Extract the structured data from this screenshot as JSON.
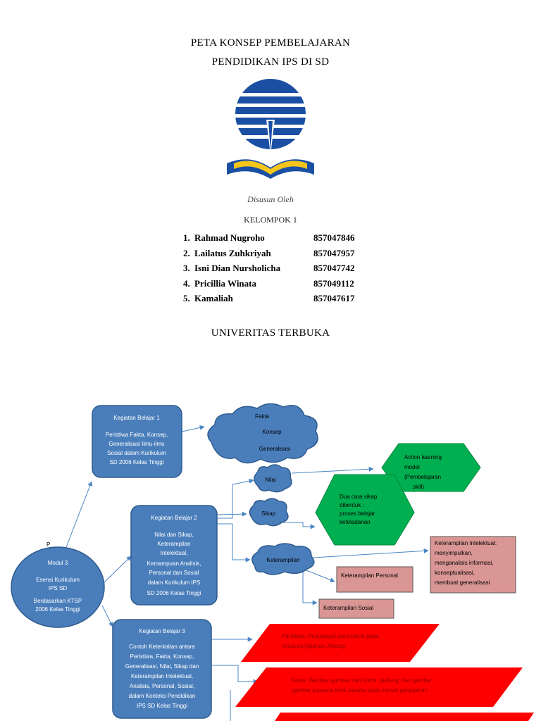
{
  "header": {
    "title_line1": "PETA KONSEP PEMBELAJARAN",
    "title_line2": "PENDIDIKAN IPS DI SD",
    "compiled_by": "Disusun Oleh",
    "group": "KELOMPOK 1",
    "university": "UNIVERITAS TERBUKA"
  },
  "members": [
    {
      "num": "1.",
      "name": "Rahmad Nugroho",
      "id": "857047846"
    },
    {
      "num": "2.",
      "name": "Lailatus Zuhkriyah",
      "id": "857047957"
    },
    {
      "num": "3.",
      "name": "Isni Dian Nursholicha",
      "id": "857047742"
    },
    {
      "num": "4.",
      "name": "Pricillia Winata",
      "id": "857049112"
    },
    {
      "num": "5.",
      "name": "Kamaliah",
      "id": "857047617"
    }
  ],
  "logo": {
    "name": "universitas-terbuka-logo",
    "blue": "#1a4fa3",
    "yellow": "#f4c51b"
  },
  "colors": {
    "node_fill": "#4a7ebb",
    "node_stroke": "#2e5a8e",
    "cloud_fill": "#4a7ebb",
    "green": "#00b050",
    "pink": "#da9694",
    "red": "#ff0000",
    "arrow": "#4a86c5"
  },
  "concept_map": {
    "module": {
      "marker": "P",
      "title": "Modul 3",
      "lines": [
        "Esensi Kurikulum",
        "IPS SD",
        "Berdasarkan KTSP",
        "2006 Kelas Tinggi"
      ]
    },
    "kb1": {
      "title": "Kegiatan Belajar 1",
      "lines": [
        "Peristiwa Fakta, Konsep,",
        "Generalisasi Ilmu-ilmu",
        "Sosial dalam Kurikulum",
        "SD 2006 Kelas Tinggi"
      ]
    },
    "kb2": {
      "title": "Kegiatan Belajar 2",
      "lines": [
        "Nilai dan Sikap,",
        "Keterampilan",
        "Intelektual,",
        "Kemampuan Analisis,",
        "Personal dan Sosial",
        "dalam  Kurikulum IPS",
        "SD 2006 Kelas Tinggi"
      ]
    },
    "kb3": {
      "title": "Kegiatan Belajar 3",
      "lines": [
        "Contoh Keterkaitan antara",
        "Peristiwa, Fakta, Konsep,",
        "Generalisasi, Nilai, Sikap dan",
        "Keterampilan Intelektual,",
        "Analisis, Personal, Sosial,",
        "dalam Konteks Pendidikan",
        "IPS SD Kelas Tinggi"
      ]
    },
    "cloud_fakta": [
      "Fakta",
      "Konsep",
      "Generalisasi"
    ],
    "cloud_nilai": "Nilai",
    "cloud_sikap": "Sikap",
    "cloud_keterampilan": "Keterampilan",
    "action_learning": [
      "Action learning",
      "model",
      "(Pembelajaran",
      "skill)"
    ],
    "dua_cara": [
      "Dua cara sikap",
      "dibentuk :",
      "proses belajar",
      "keteladanan"
    ],
    "intelektual": [
      "Keterampilan Intelektual:",
      "menyimpulkan,",
      "menganalisis informasi,",
      "konseptualisasi,",
      "membuat generalisasi"
    ],
    "personal": "Keterampilan Personal",
    "sosial": "Keterampilan Sosial",
    "peristiwa": [
      "Peristiwa: Perjuangan para tokoh pada",
      "masa penjajahan Jepang"
    ],
    "fakta_ex": [
      "Fakta: Gambar-gambar dari tokoh, gedung, dan gambar",
      "gambar suasana kota Jakarta pada zaman penjajahan"
    ]
  }
}
